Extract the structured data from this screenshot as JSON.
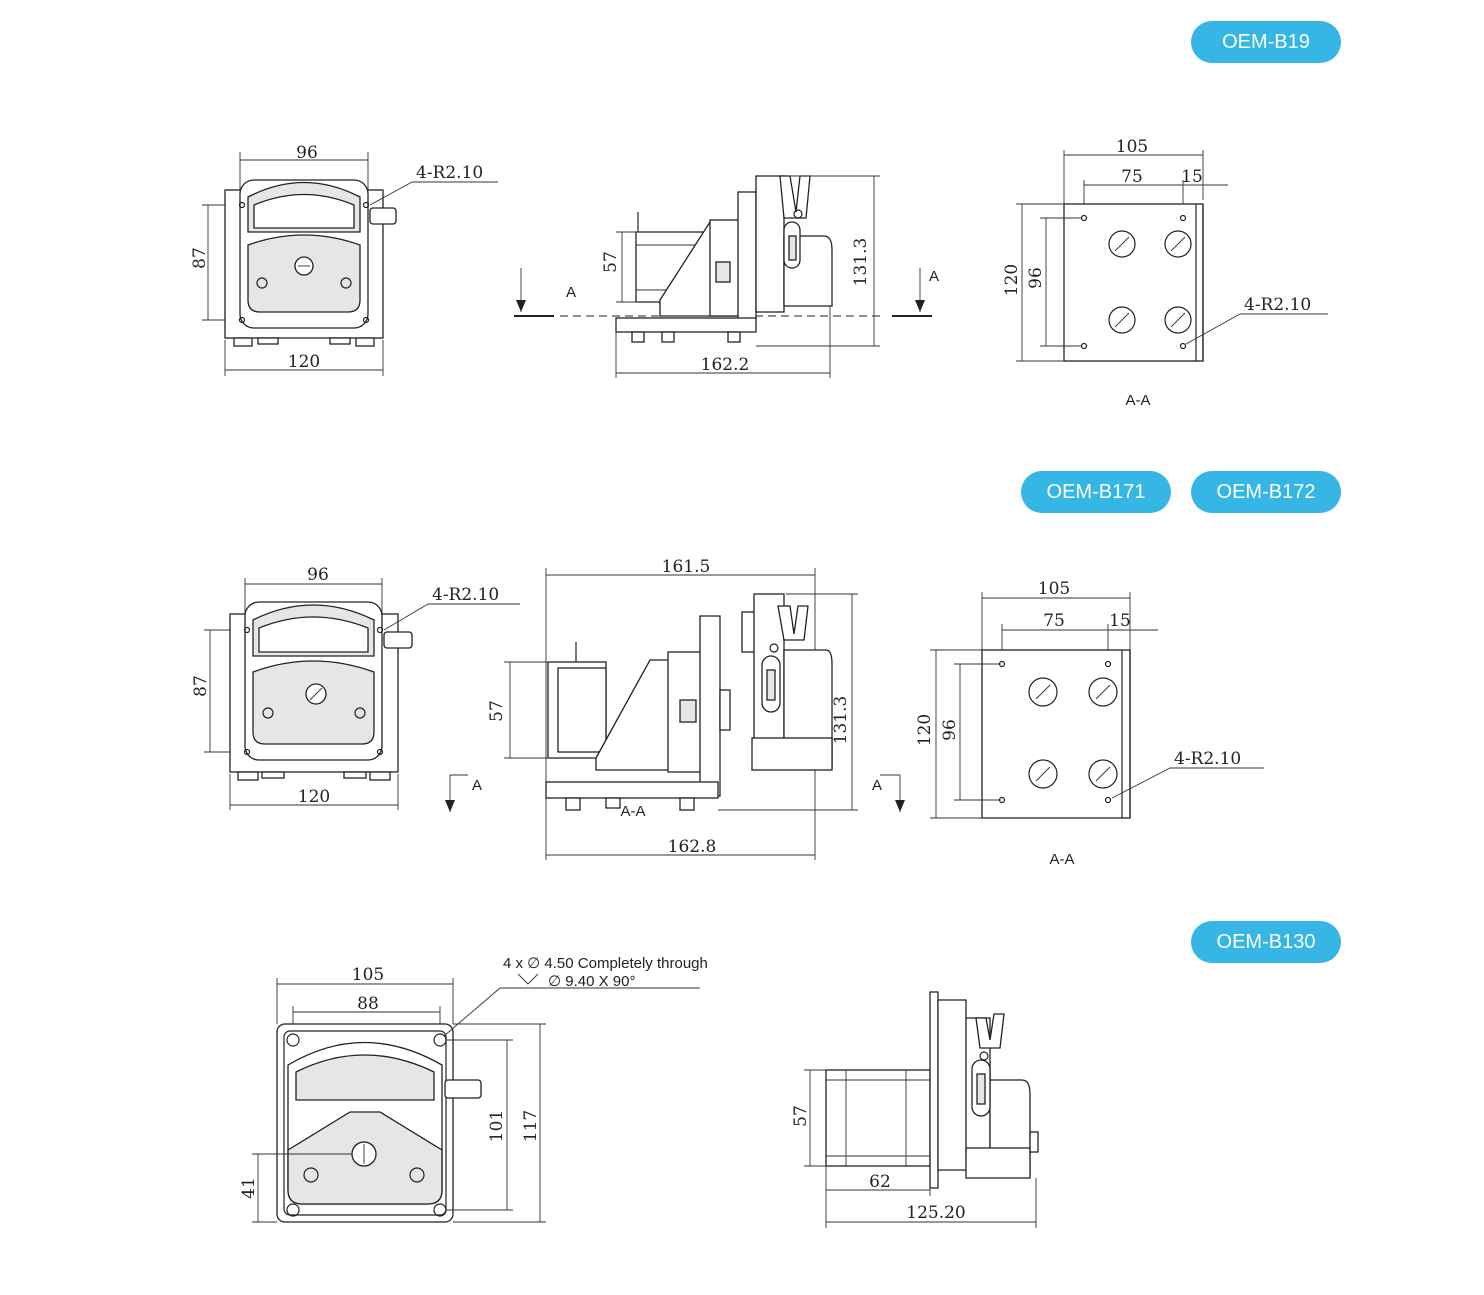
{
  "badges": {
    "b19": "OEM-B19",
    "b171": "OEM-B171",
    "b172": "OEM-B172",
    "b130": "OEM-B130"
  },
  "dims": {
    "b19": {
      "front_width": "96",
      "front_height": "87",
      "front_base": "120",
      "holes": "4-R2.10",
      "side_height_left": "57",
      "side_height_right": "131.3",
      "side_length": "162.2",
      "section_a_left": "A",
      "section_a_right": "A",
      "aa_width": "105",
      "aa_inner": "75",
      "aa_offset": "15",
      "aa_height": "120",
      "aa_inner_h": "96",
      "aa_holes": "4-R2.10",
      "aa_label": "A-A"
    },
    "b171": {
      "front_width": "96",
      "front_height": "87",
      "front_base": "120",
      "holes": "4-R2.10",
      "side_top": "161.5",
      "side_height_left": "57",
      "side_height_right": "131.3",
      "side_length": "162.8",
      "section_a_left": "A",
      "section_a_right": "A",
      "section_aa_inline": "A-A",
      "aa_width": "105",
      "aa_inner": "75",
      "aa_offset": "15",
      "aa_height": "120",
      "aa_inner_h": "96",
      "aa_holes": "4-R2.10",
      "aa_label": "A-A"
    },
    "b130": {
      "front_width": "105",
      "front_inner": "88",
      "front_h_outer": "117",
      "front_h_inner": "101",
      "front_center": "41",
      "hole_note_1": "4 x ∅ 4.50 Completely through",
      "hole_note_2": "∅ 9.40 X 90°",
      "side_height": "57",
      "side_motor": "62",
      "side_length": "125.20"
    }
  }
}
